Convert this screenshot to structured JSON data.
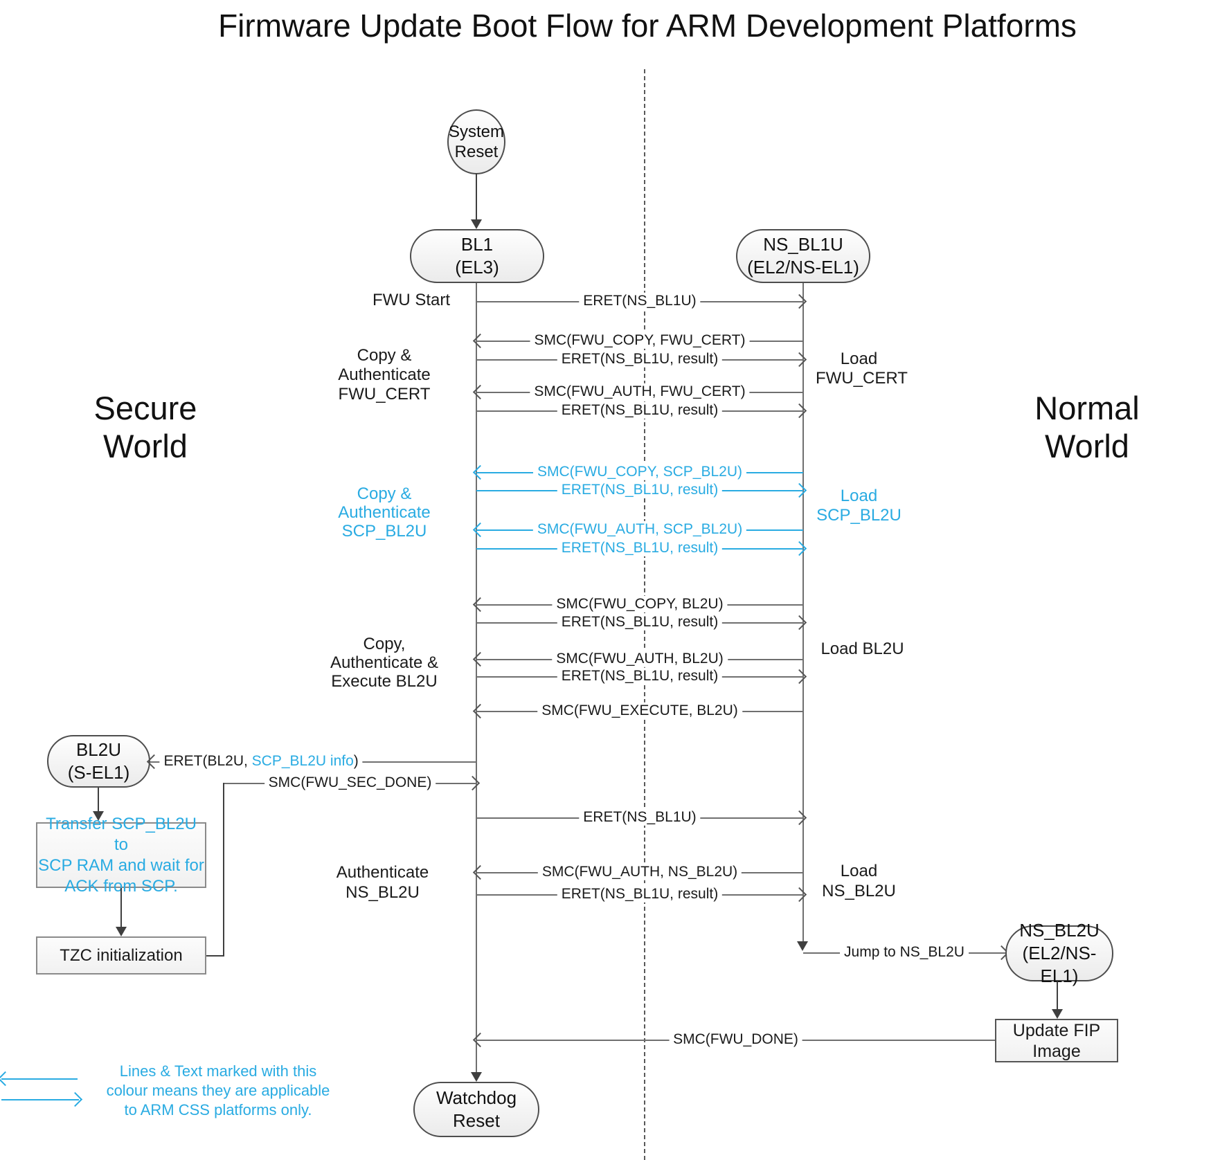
{
  "title": "Firmware Update Boot Flow for ARM Development Platforms",
  "colors": {
    "accent_blue": "#29abe2",
    "line_gray": "#6f6f6f"
  },
  "regions": {
    "secure": "Secure World",
    "normal": "Normal World"
  },
  "nodes": {
    "system_reset": {
      "line1": "System",
      "line2": "Reset"
    },
    "bl1": {
      "line1": "BL1",
      "line2": "(EL3)"
    },
    "ns_bl1u": {
      "line1": "NS_BL1U",
      "line2": "(EL2/NS-EL1)"
    },
    "bl2u": {
      "line1": "BL2U",
      "line2": "(S-EL1)"
    },
    "ns_bl2u": {
      "line1": "NS_BL2U",
      "line2": "(EL2/NS-EL1)"
    },
    "watchdog": {
      "line1": "Watchdog Reset"
    },
    "transfer_scp": {
      "line1": "Transfer SCP_BL2U to",
      "line2": "SCP RAM and wait for",
      "line3": "ACK from SCP."
    },
    "tzc": {
      "line1": "TZC initialization"
    },
    "update_fip": {
      "line1": "Update FIP Image"
    }
  },
  "side_labels": {
    "fwu_start": "FWU Start",
    "copy_auth_fwu_cert": [
      "Copy &",
      "Authenticate",
      "FWU_CERT"
    ],
    "copy_auth_scp_bl2u": [
      "Copy &",
      "Authenticate",
      "SCP_BL2U"
    ],
    "copy_auth_exec_bl2u": [
      "Copy,",
      "Authenticate &",
      "Execute BL2U"
    ],
    "auth_ns_bl2u": [
      "Authenticate",
      "NS_BL2U"
    ],
    "load_fwu_cert": [
      "Load",
      "FWU_CERT"
    ],
    "load_scp_bl2u": [
      "Load",
      "SCP_BL2U"
    ],
    "load_bl2u": [
      "Load BL2U"
    ],
    "load_ns_bl2u": [
      "Load",
      "NS_BL2U"
    ]
  },
  "messages": [
    {
      "label": "ERET(NS_BL1U)",
      "dir": "right",
      "css": false
    },
    {
      "label": "SMC(FWU_COPY, FWU_CERT)",
      "dir": "left",
      "css": false
    },
    {
      "label": "ERET(NS_BL1U, result)",
      "dir": "right",
      "css": false
    },
    {
      "label": "SMC(FWU_AUTH, FWU_CERT)",
      "dir": "left",
      "css": false
    },
    {
      "label": "ERET(NS_BL1U, result)",
      "dir": "right",
      "css": false
    },
    {
      "label": "SMC(FWU_COPY, SCP_BL2U)",
      "dir": "left",
      "css": true
    },
    {
      "label": "ERET(NS_BL1U, result)",
      "dir": "right",
      "css": true
    },
    {
      "label": "SMC(FWU_AUTH, SCP_BL2U)",
      "dir": "left",
      "css": true
    },
    {
      "label": "ERET(NS_BL1U, result)",
      "dir": "right",
      "css": true
    },
    {
      "label": "SMC(FWU_COPY, BL2U)",
      "dir": "left",
      "css": false
    },
    {
      "label": "ERET(NS_BL1U, result)",
      "dir": "right",
      "css": false
    },
    {
      "label": "SMC(FWU_AUTH, BL2U)",
      "dir": "left",
      "css": false
    },
    {
      "label": "ERET(NS_BL1U, result)",
      "dir": "right",
      "css": false
    },
    {
      "label": "SMC(FWU_EXECUTE, BL2U)",
      "dir": "left",
      "css": false
    },
    {
      "label": "ERET(NS_BL1U)",
      "dir": "right",
      "css": false
    },
    {
      "label": "SMC(FWU_AUTH, NS_BL2U)",
      "dir": "left",
      "css": false
    },
    {
      "label": "ERET(NS_BL1U, result)",
      "dir": "right",
      "css": false
    }
  ],
  "special": {
    "eret_bl2u": {
      "pre": "ERET(BL2U, ",
      "blue": "SCP_BL2U info",
      "post": ")"
    },
    "smc_sec_done": "SMC(FWU_SEC_DONE)",
    "jump_ns_bl2u": "Jump to NS_BL2U",
    "smc_done": "SMC(FWU_DONE)"
  },
  "legend": {
    "text": "Lines & Text marked with this colour means they are applicable to ARM CSS platforms only."
  }
}
